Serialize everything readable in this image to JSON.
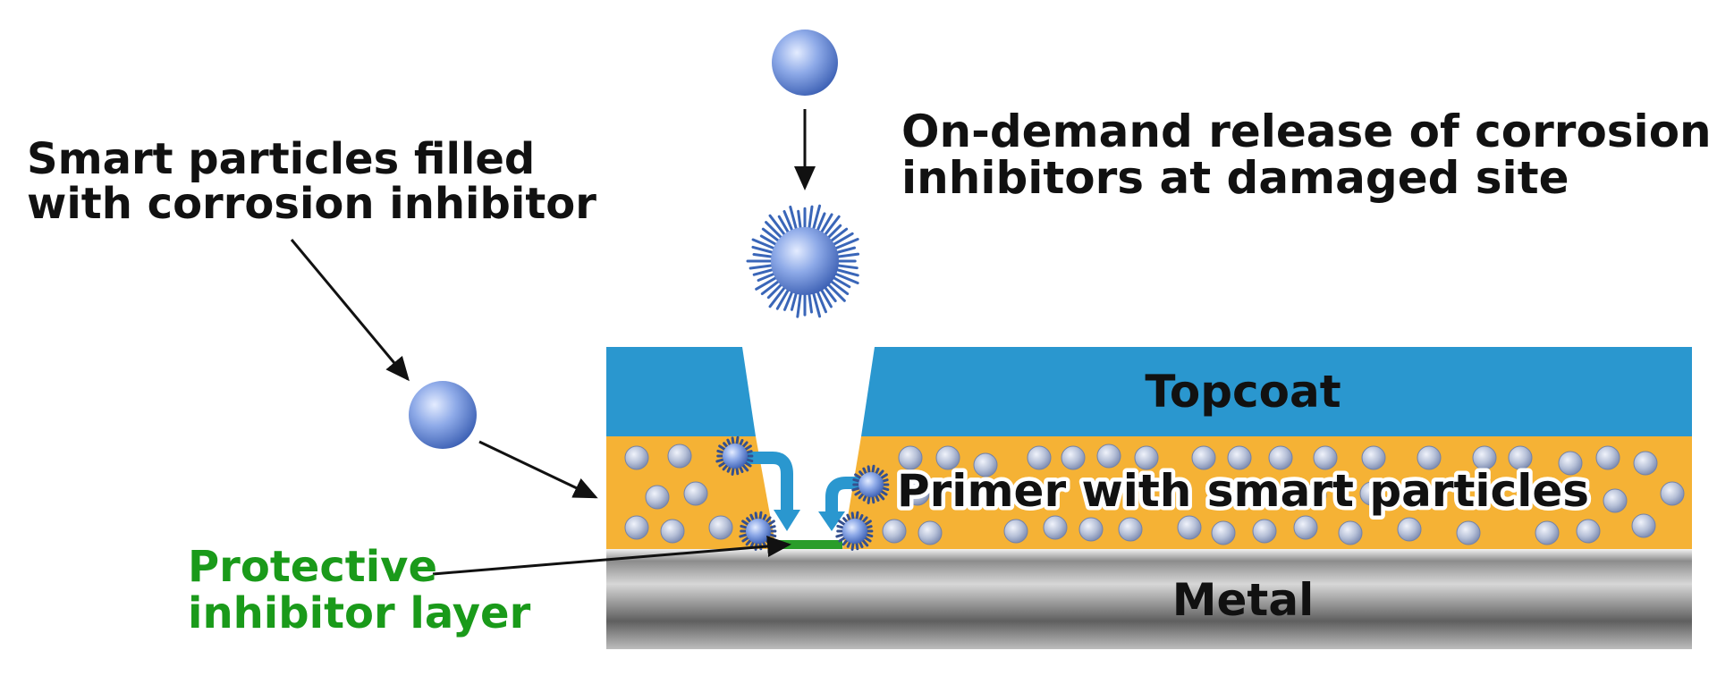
{
  "labels": {
    "smart_particles": [
      "Smart particles filled",
      "with corrosion inhibitor"
    ],
    "on_demand": [
      "On-demand release of corrosion",
      "inhibitors at damaged site"
    ],
    "protective": [
      "Protective",
      "inhibitor layer"
    ]
  },
  "layers": {
    "topcoat": "Topcoat",
    "primer": "Primer with smart particles",
    "metal": "Metal"
  },
  "colors": {
    "topcoat": "#2a97cf",
    "primer": "#f5b235",
    "metal_light": "#e9e9e9",
    "metal_dark": "#5d5d5d",
    "particle": "#4a72c2",
    "inhibitor_layer": "#2a9d2a",
    "protective_text": "#1a9a1a"
  }
}
